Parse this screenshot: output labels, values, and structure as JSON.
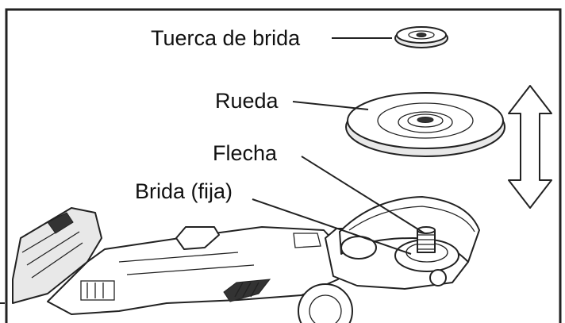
{
  "labels": {
    "flange_nut": "Tuerca de brida",
    "wheel": "Rueda",
    "spindle": "Flecha",
    "fixed_flange": "Brida (fija)"
  }
}
